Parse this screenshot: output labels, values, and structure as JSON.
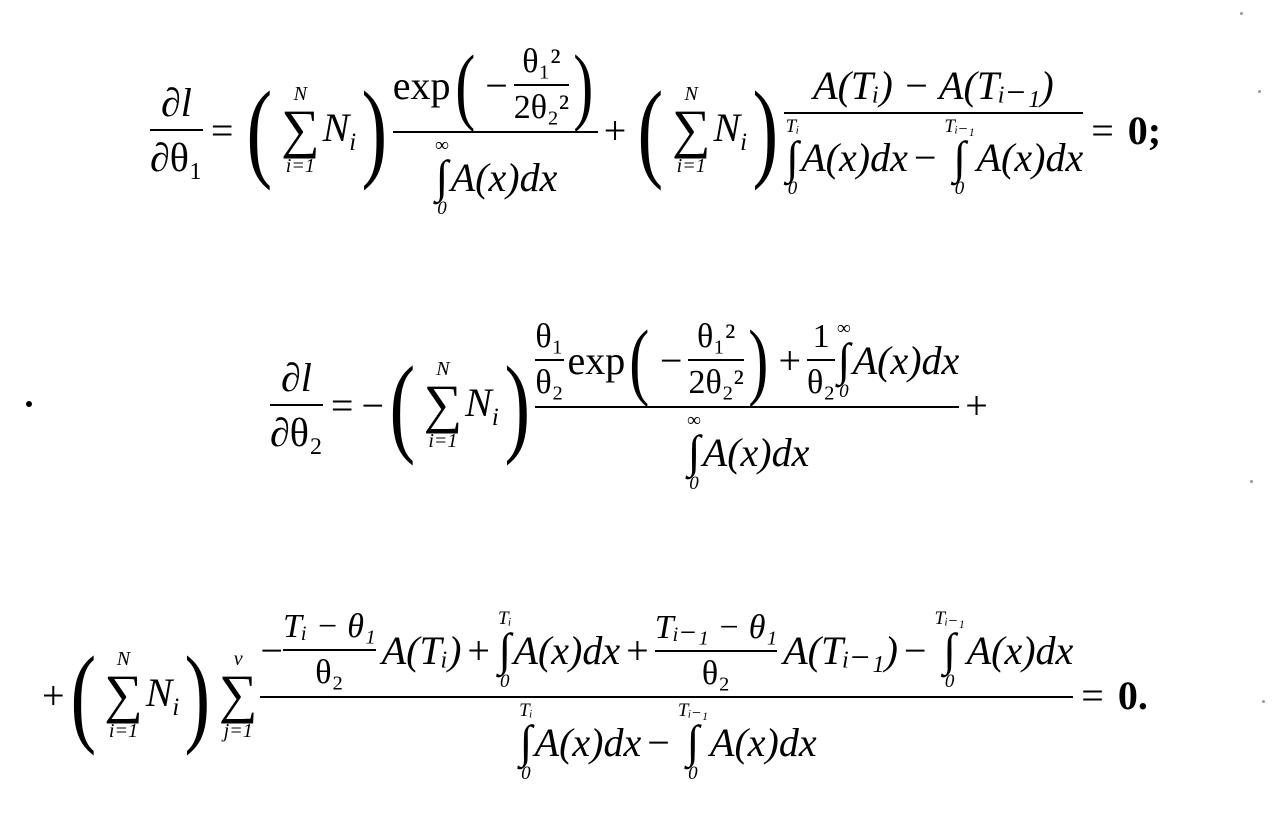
{
  "eq1": {
    "lhs_num": "∂l",
    "lhs_den": "∂θ₁",
    "sum_upper": "N",
    "sum_lower": "i=1",
    "sum_term": "N",
    "sum_term_sub": "i",
    "term1_num_fn": "exp",
    "term1_exp_num": "θ₁²",
    "term1_exp_den": "2θ₂²",
    "int_upper_inf": "∞",
    "int_lower": "0",
    "integrand": "A(x)dx",
    "term2_num": "A(Tᵢ) − A(Tᵢ₋₁)",
    "int_upper_Ti": "Tᵢ",
    "int_upper_Ti1": "Tᵢ₋₁",
    "rhs": "0;"
  },
  "eq2": {
    "lhs_num": "∂l",
    "lhs_den": "∂θ₂",
    "coef_num": "θ₁",
    "coef_den": "θ₂",
    "exp_fn": "exp",
    "exp_num": "θ₁²",
    "exp_den": "2θ₂²",
    "one": "1",
    "one_den": "θ₂",
    "int_upper_inf": "∞",
    "int_lower": "0",
    "integrand": "A(x)dx",
    "sum_upper": "N",
    "sum_lower": "i=1",
    "sum_term": "N",
    "sum_term_sub": "i",
    "trailing": "+"
  },
  "eq3": {
    "sum_upper": "N",
    "sum_lower": "i=1",
    "sum2_upper": "ν",
    "sum2_lower": "j=1",
    "sum_term": "N",
    "sum_term_sub": "i",
    "a_num": "Tᵢ − θ₁",
    "a_den": "θ₂",
    "a_fn": "A(Tᵢ)",
    "b_num": "Tᵢ₋₁ − θ₁",
    "b_den": "θ₂",
    "b_fn": "A(Tᵢ₋₁)",
    "integrand": "A(x)dx",
    "int_upper_Ti": "Tᵢ",
    "int_upper_Ti1": "Tᵢ₋₁",
    "int_lower": "0",
    "rhs": "0."
  }
}
